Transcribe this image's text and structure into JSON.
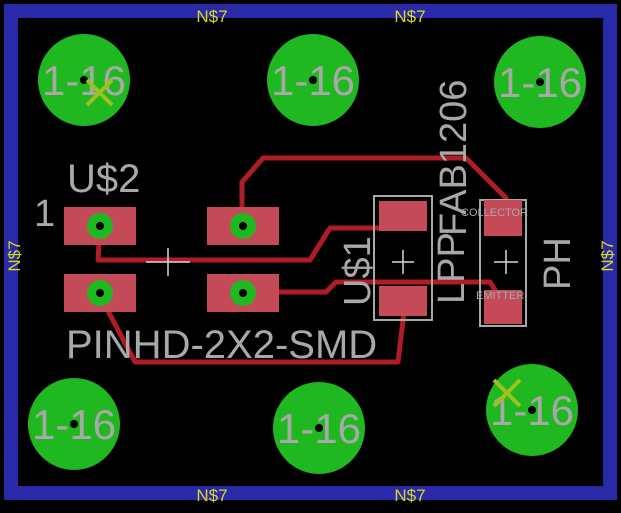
{
  "colors": {
    "background": "#000000",
    "outline": "#2a2aa8",
    "net_label": "#d8d820",
    "pad_fill": "#20b820",
    "trace": "#b01c24",
    "smd_pad": "#c44a58",
    "text_gray": "#a8a8a8",
    "marker": "#a0c020"
  },
  "net_labels": {
    "top_left": "N$7",
    "top_right": "N$7",
    "left": "N$7",
    "right": "N$7",
    "bottom_left": "N$7",
    "bottom_right": "N$7"
  },
  "mounting_holes": {
    "label": "1-16"
  },
  "header": {
    "name": "U$2",
    "value": "PINHD-2X2-SMD",
    "pin1_label": "1"
  },
  "resistor": {
    "name": "U$1",
    "value": "FAB1206"
  },
  "phototransistor": {
    "value_a": "LPP",
    "value_b": "PH",
    "collector": "COLLECTOR",
    "emitter": "EMITTER"
  }
}
